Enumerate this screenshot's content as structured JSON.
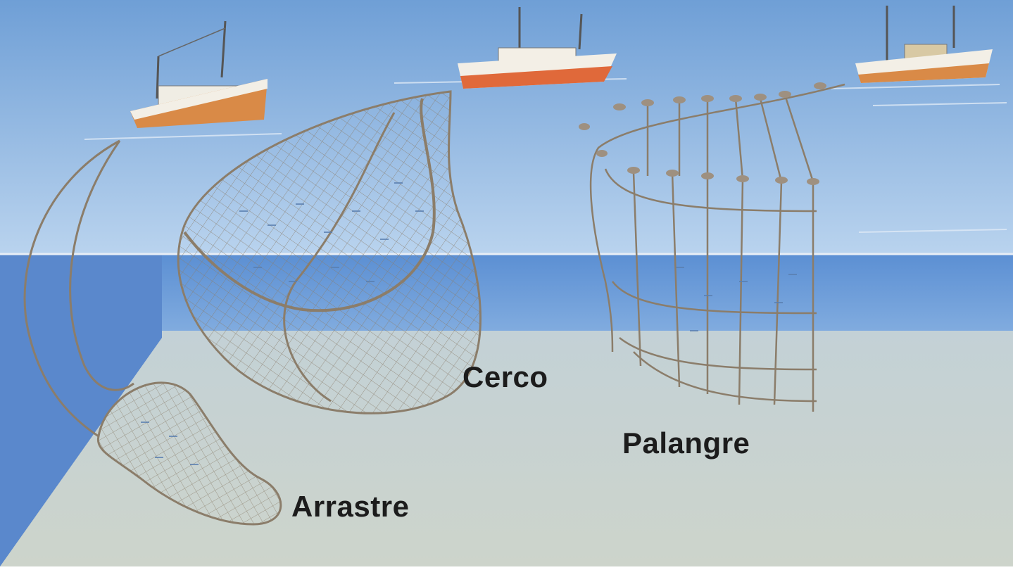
{
  "labels": {
    "cerco": "Cerco",
    "palangre": "Palangre",
    "arrastre": "Arrastre"
  },
  "colors": {
    "sky_top": "#7aa6d8",
    "sky_bottom": "#b4d0ec",
    "sea_surface": "#5d8fd2",
    "sea_deep": "#4f83cc",
    "sea_floor": "#c8d2cf",
    "net_line": "#8b7d6a",
    "hull_orange": "#e07a3a",
    "hull_white": "#f3efe6",
    "fish": "#5a7fb0",
    "text": "#1c1c1c"
  },
  "icons": [
    "trawler-boat-icon",
    "purse-seiner-boat-icon",
    "longliner-boat-icon"
  ]
}
